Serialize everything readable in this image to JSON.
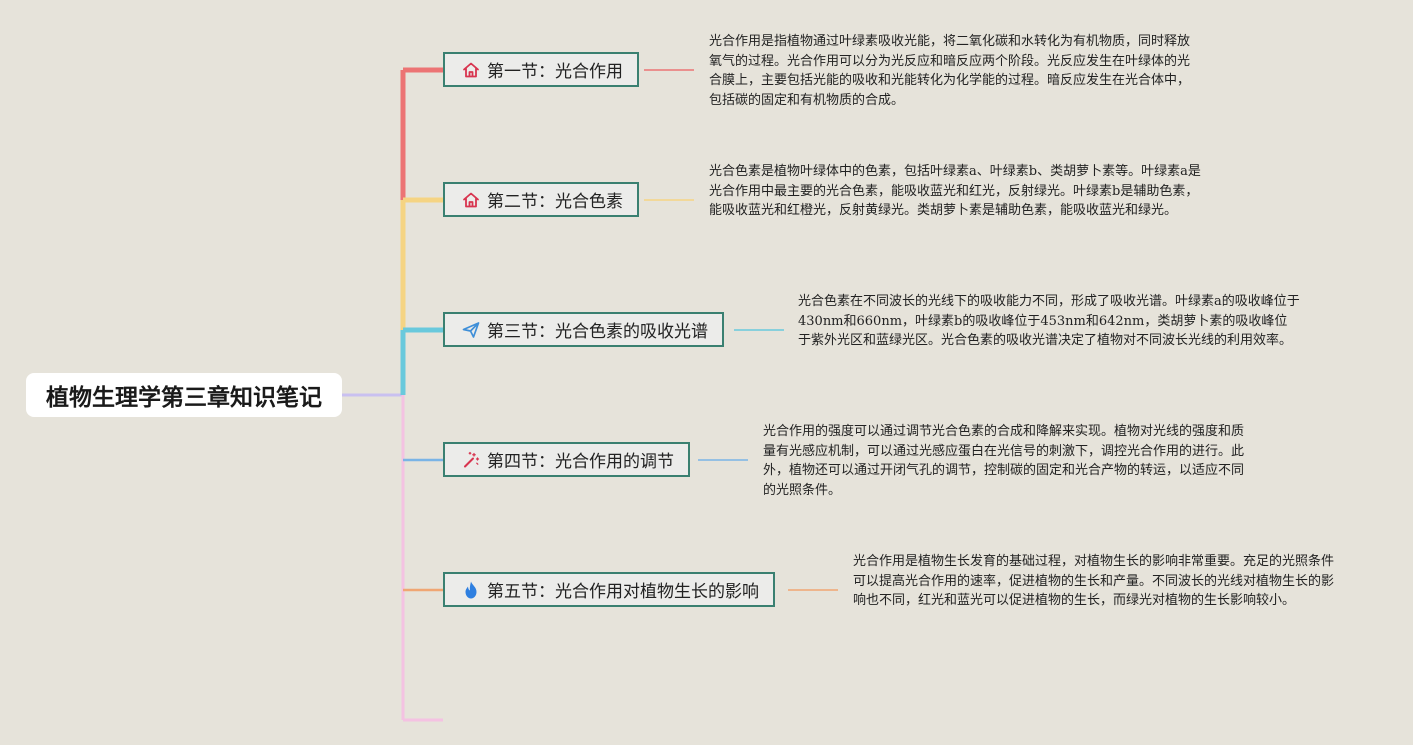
{
  "root": {
    "title": "植物生理学第三章知识笔记"
  },
  "sections": [
    {
      "title": "第一节：光合作用",
      "icon": "house-icon",
      "branch_color": "#ec7474",
      "note": "光合作用是指植物通过叶绿素吸收光能，将二氧化碳和水转化为有机物质，同时释放氧气的过程。光合作用可以分为光反应和暗反应两个阶段。光反应发生在叶绿体的光合膜上，主要包括光能的吸收和光能转化为化学能的过程。暗反应发生在光合体中，包括碳的固定和有机物质的合成。"
    },
    {
      "title": "第二节：光合色素",
      "icon": "house-icon",
      "branch_color": "#f5d483",
      "note": "光合色素是植物叶绿体中的色素，包括叶绿素a、叶绿素b、类胡萝卜素等。叶绿素a是光合作用中最主要的光合色素，能吸收蓝光和红光，反射绿光。叶绿素b是辅助色素，能吸收蓝光和红橙光，反射黄绿光。类胡萝卜素是辅助色素，能吸收蓝光和绿光。"
    },
    {
      "title": "第三节：光合色素的吸收光谱",
      "icon": "paper-plane-icon",
      "branch_color": "#69c9dc",
      "note": "光合色素在不同波长的光线下的吸收能力不同，形成了吸收光谱。叶绿素a的吸收峰位于430nm和660nm，叶绿素b的吸收峰位于453nm和642nm，类胡萝卜素的吸收峰位于紫外光区和蓝绿光区。光合色素的吸收光谱决定了植物对不同波长光线的利用效率。"
    },
    {
      "title": "第四节：光合作用的调节",
      "icon": "magic-wand-icon",
      "branch_color": "#7ab4e6",
      "note": "光合作用的强度可以通过调节光合色素的合成和降解来实现。植物对光线的强度和质量有光感应机制，可以通过光感应蛋白在光信号的刺激下，调控光合作用的进行。此外，植物还可以通过开闭气孔的调节，控制碳的固定和光合产物的转运，以适应不同的光照条件。"
    },
    {
      "title": "第五节：光合作用对植物生长的影响",
      "icon": "flame-icon",
      "branch_color": "#f0a673",
      "note": "光合作用是植物生长发育的基础过程，对植物生长的影响非常重要。充足的光照条件可以提高光合作用的速率，促进植物的生长和产量。不同波长的光线对植物生长的影响也不同，红光和蓝光可以促进植物的生长，而绿光对植物的生长影响较小。"
    }
  ],
  "colors": {
    "trunk_pink": "#f4c2e2",
    "root_link": "#c9c0f0",
    "topic_border": "#3a8071",
    "icon_red": "#d8344f",
    "icon_blue": "#3f8fd8",
    "icon_flame": "#2e7fe0",
    "background": "#e6e3da"
  }
}
